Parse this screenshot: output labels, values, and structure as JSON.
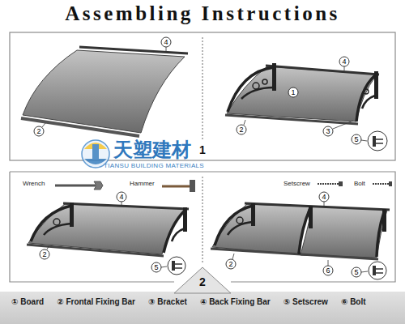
{
  "diagram": {
    "title": "Assembling Instructions",
    "labels": [
      "4",
      "2",
      "4",
      "1",
      "2",
      "3",
      "5",
      "1",
      "天塑建材",
      "TIANSU BUILDING MATERIALS",
      "Wrench",
      "Hammer",
      "Setscrew",
      "Bolt",
      "4",
      "2",
      "5",
      "4",
      "2",
      "6",
      "5",
      "2",
      "① Board",
      "② Frontal Fixing Bar",
      "③ Bracket",
      "④ Back Fixing Bar",
      "⑤ Setscrew",
      "⑥ Bolt"
    ]
  }
}
